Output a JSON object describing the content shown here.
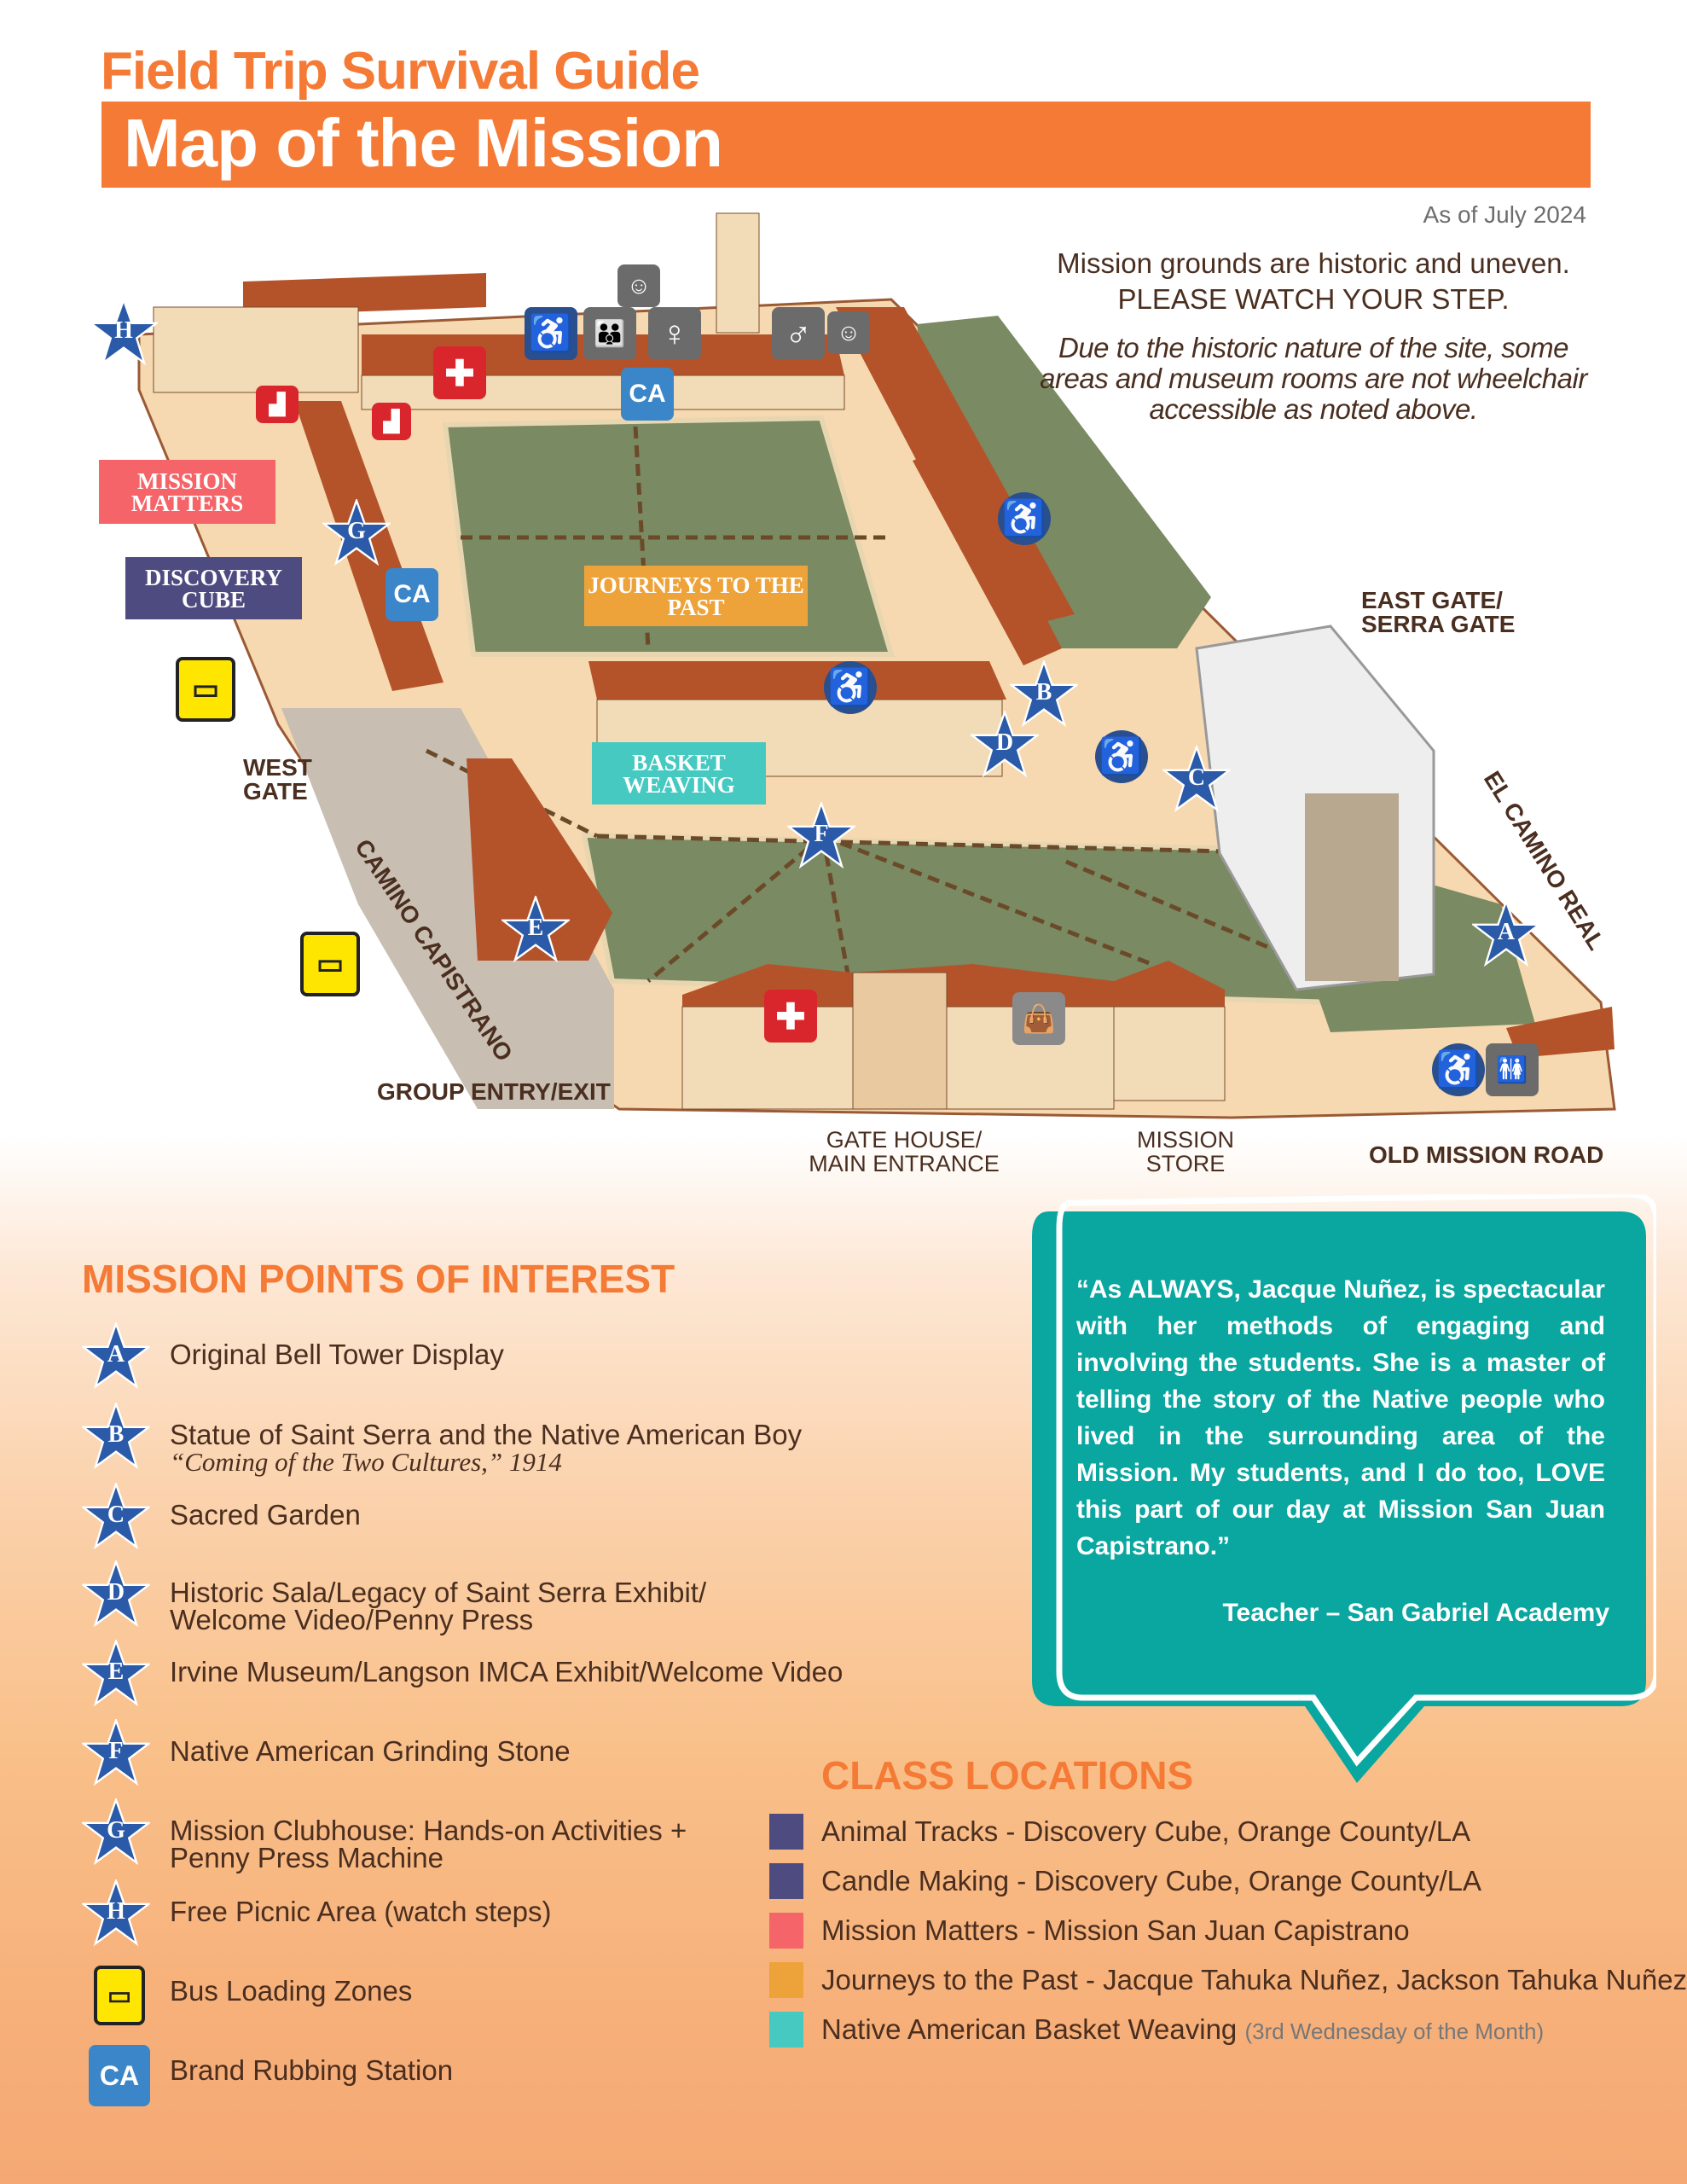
{
  "header": {
    "subtitle": "Field Trip Survival Guide",
    "title": "Map of the Mission",
    "as_of": "As of July 2024"
  },
  "notice": {
    "line1": "Mission grounds are historic and uneven.",
    "line2": "PLEASE WATCH YOUR STEP.",
    "italic": "Due to the historic nature of the site, some areas and museum rooms are not wheelchair accessible as noted above."
  },
  "map": {
    "class_labels": {
      "mission_matters": "MISSION MATTERS",
      "discovery_cube": "DISCOVERY CUBE",
      "journeys": "JOURNEYS TO THE PAST",
      "basket": "BASKET WEAVING"
    },
    "places": {
      "west_gate": "WEST GATE",
      "camino_capistrano": "CAMINO CAPISTRANO",
      "group_entry": "GROUP ENTRY/EXIT",
      "gate_house": "GATE HOUSE/ MAIN ENTRANCE",
      "mission_store": "MISSION STORE",
      "old_mission_road": "OLD MISSION ROAD",
      "east_gate": "EAST GATE/ SERRA GATE",
      "el_camino_real": "EL CAMINO REAL"
    },
    "markers": [
      "A",
      "B",
      "C",
      "D",
      "E",
      "F",
      "G",
      "H"
    ]
  },
  "colors": {
    "orange": "#f47a35",
    "teal": "#0aa6a0",
    "star": "#2a5aa8",
    "purple": "#4e4b80",
    "coral": "#f56468",
    "amber": "#eea33a",
    "aqua": "#45c9c1"
  },
  "poi": {
    "heading": "MISSION POINTS OF INTEREST",
    "items": [
      {
        "marker": "A",
        "label": "Original Bell Tower Display"
      },
      {
        "marker": "B",
        "label": "Statue of Saint Serra and the Native American Boy",
        "sub": "“Coming of the Two Cultures,” 1914"
      },
      {
        "marker": "C",
        "label": "Sacred Garden"
      },
      {
        "marker": "D",
        "label": "Historic Sala/Legacy of Saint Serra Exhibit/ Welcome Video/Penny Press"
      },
      {
        "marker": "E",
        "label": "Irvine Museum/Langson IMCA Exhibit/Welcome Video"
      },
      {
        "marker": "F",
        "label": "Native American Grinding Stone"
      },
      {
        "marker": "G",
        "label": "Mission Clubhouse: Hands-on Activities + Penny Press Machine"
      },
      {
        "marker": "H",
        "label": "Free Picnic Area (watch steps)"
      },
      {
        "marker": "bus-icon",
        "label": "Bus Loading Zones"
      },
      {
        "marker": "brand-rubbing-icon",
        "label": "Brand Rubbing Station"
      }
    ]
  },
  "quote": {
    "text": "“As ALWAYS, Jacque Nuñez, is spectacular with her methods of engaging and involving the students. She is a master of telling the story of the Native people who lived in the surrounding area of the Mission. My students, and I do too, LOVE this part of our day at Mission San Juan Capistrano.”",
    "by": "Teacher – San Gabriel Academy"
  },
  "classes": {
    "heading": "CLASS LOCATIONS",
    "items": [
      {
        "label": "Animal Tracks - Discovery Cube, Orange County/LA",
        "color": "#4e4b80"
      },
      {
        "label": "Candle Making - Discovery Cube, Orange County/LA",
        "color": "#4e4b80"
      },
      {
        "label": "Mission Matters - Mission San Juan Capistrano",
        "color": "#f56468"
      },
      {
        "label": "Journeys to the Past - Jacque Tahuka Nuñez, Jackson Tahuka  Nuñez",
        "color": "#eea33a"
      },
      {
        "label": "Native American Basket Weaving",
        "note": "(3rd Wednesday of the Month)",
        "color": "#45c9c1"
      }
    ]
  }
}
